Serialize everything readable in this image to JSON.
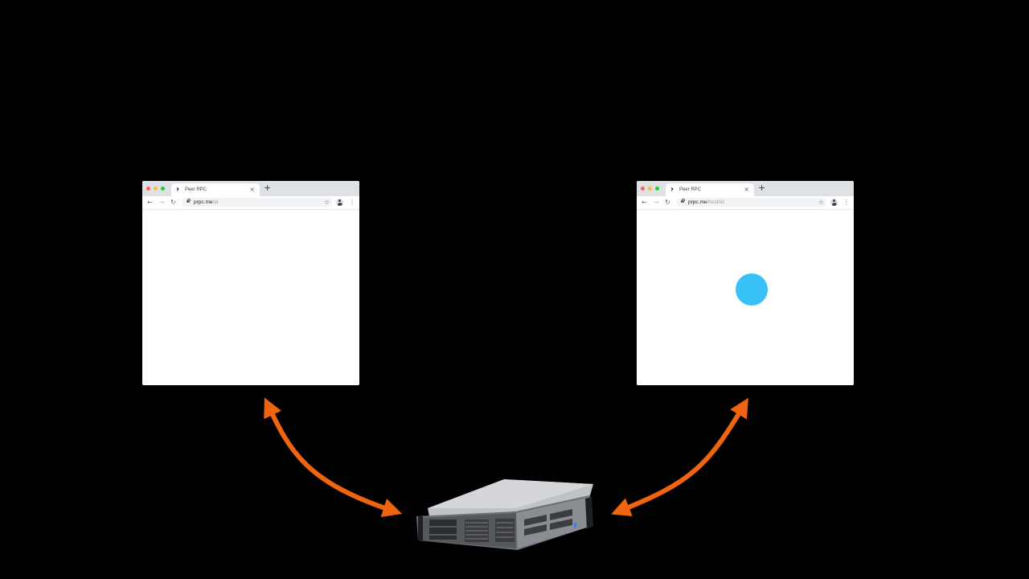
{
  "browsers": {
    "left": {
      "tab_title": "Peer RPC",
      "url_host": "prpc.me",
      "url_path": "/id"
    },
    "right": {
      "tab_title": "Peer RPC",
      "url_host": "prpc.me",
      "url_path": "/host/id"
    }
  },
  "icons": {
    "tab_favicon": "›-chevron",
    "close": "×",
    "new_tab": "+",
    "back": "←",
    "forward": "→",
    "reload": "↻",
    "star": "☆",
    "menu": "⋮"
  },
  "colors": {
    "traffic_red": "#fe5f57",
    "traffic_yellow": "#febc2e",
    "traffic_green": "#28c840",
    "dot": "#38c1f7",
    "arrow": "#f0640f",
    "background": "#000000"
  }
}
